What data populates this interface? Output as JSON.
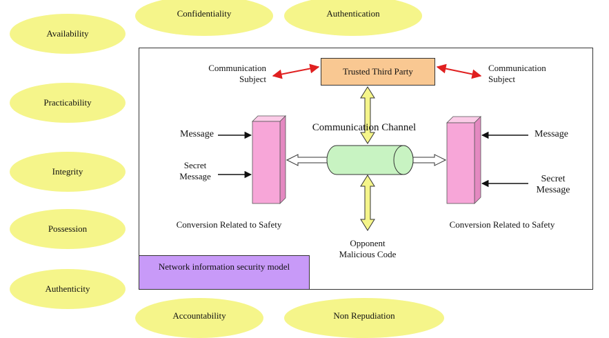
{
  "colors": {
    "ellipse_fill": "#f5f58a",
    "trusted_box_fill": "#f9c892",
    "model_box_fill": "#c89af8",
    "block_front": "#f7a6d8",
    "block_side": "#e489c1",
    "block_top": "#fbcbe7",
    "channel_fill": "#c8f3c2",
    "double_arrow_fill": "#f5f58a",
    "red_arrow": "#e02020"
  },
  "properties": {
    "availability": "Availability",
    "practicability": "Practicability",
    "integrity": "Integrity",
    "possession": "Possession",
    "authenticity": "Authenticity",
    "confidentiality": "Confidentiality",
    "authentication": "Authentication",
    "accountability": "Accountability",
    "non_repudiation": "Non Repudiation"
  },
  "model": {
    "title": "Network information security model",
    "trusted_third_party": "Trusted Third Party",
    "channel": "Communication Channel",
    "left": {
      "subject_line1": "Communication",
      "subject_line2": "Subject",
      "message": "Message",
      "secret_line1": "Secret",
      "secret_line2": "Message",
      "conversion": "Conversion Related to Safety"
    },
    "right": {
      "subject_line1": "Communication",
      "subject_line2": "Subject",
      "message": "Message",
      "secret_line1": "Secret",
      "secret_line2": "Message",
      "conversion": "Conversion Related to Safety"
    },
    "opponent_line1": "Opponent",
    "opponent_line2": "Malicious Code"
  }
}
